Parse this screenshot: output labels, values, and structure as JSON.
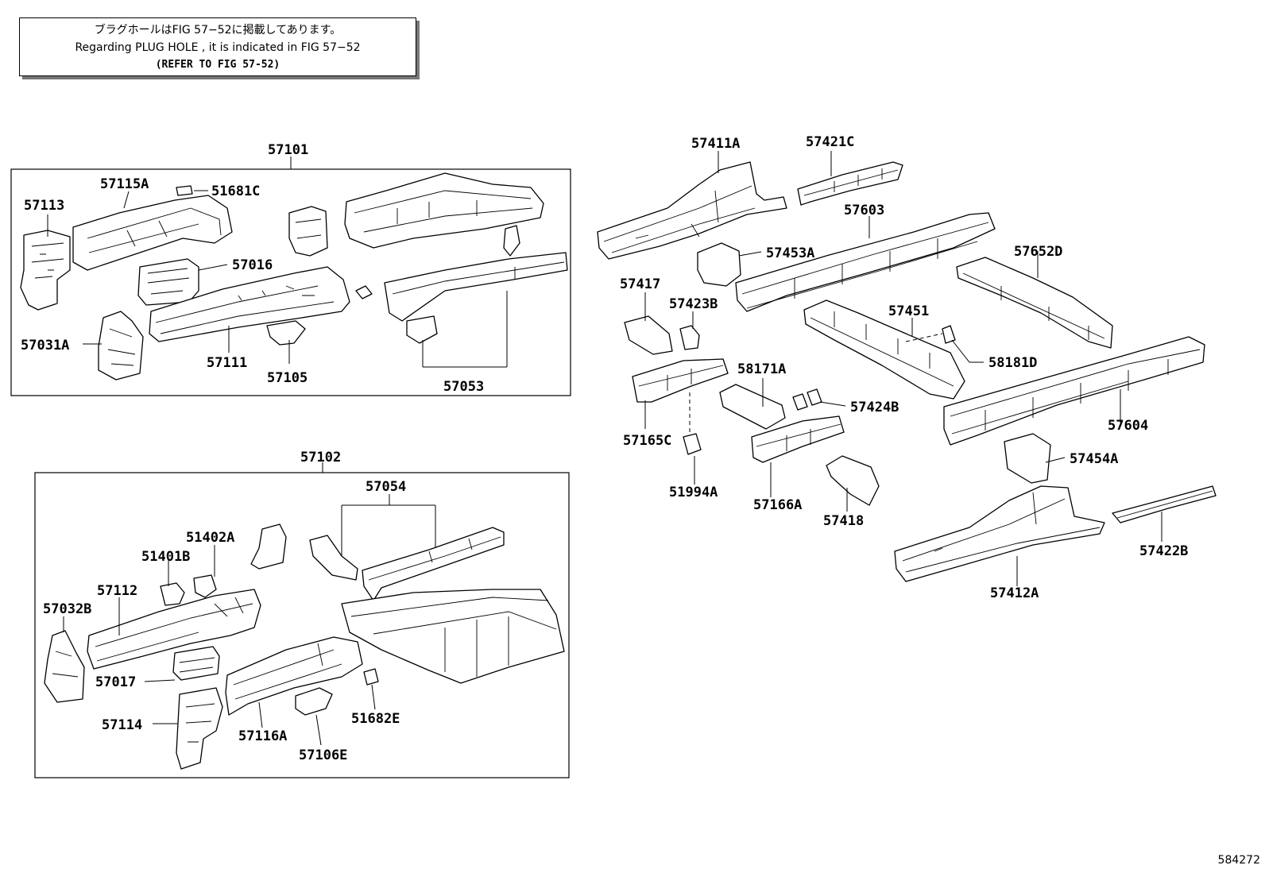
{
  "note": {
    "line1": "ブラグホールはFIG  57−52に掲載してあります。",
    "line2": "Regarding  PLUG  HOLE , it is indicated in FIG  57−52",
    "line3": "(REFER TO FIG 57-52)"
  },
  "figure_number": "584272",
  "labels": {
    "p57101": "57101",
    "p57115A": "57115A",
    "p51681C": "51681C",
    "p57113": "57113",
    "p57016": "57016",
    "p57031A": "57031A",
    "p57111": "57111",
    "p57105": "57105",
    "p57053": "57053",
    "p57102": "57102",
    "p57054": "57054",
    "p51402A": "51402A",
    "p51401B": "51401B",
    "p57112": "57112",
    "p57032B": "57032B",
    "p57017": "57017",
    "p57114": "57114",
    "p57116A": "57116A",
    "p57106E": "57106E",
    "p51682E": "51682E",
    "p57411A": "57411A",
    "p57421C": "57421C",
    "p57603": "57603",
    "p57453A": "57453A",
    "p57417": "57417",
    "p57423B": "57423B",
    "p57652D": "57652D",
    "p57451": "57451",
    "p58181D": "58181D",
    "p58171A": "58171A",
    "p57424B": "57424B",
    "p57165C": "57165C",
    "p57604": "57604",
    "p51994A": "51994A",
    "p57166A": "57166A",
    "p57454A": "57454A",
    "p57418": "57418",
    "p57422B": "57422B",
    "p57412A": "57412A"
  }
}
